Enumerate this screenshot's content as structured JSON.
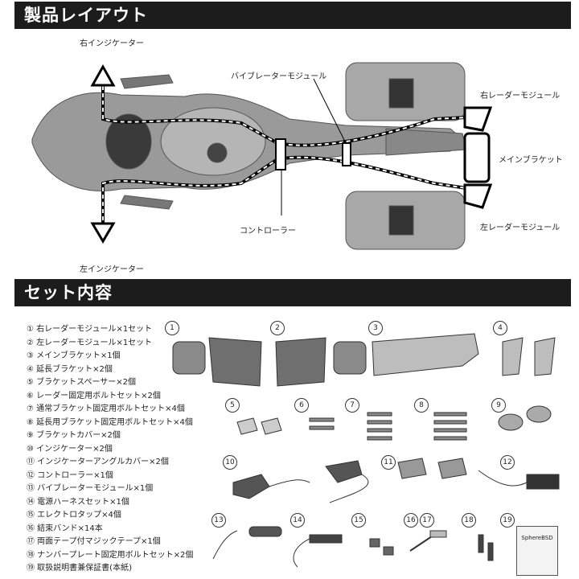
{
  "sections": {
    "layout_title": "製品レイアウト",
    "kit_title": "セット内容"
  },
  "callouts": {
    "right_indicator": "右インジケーター",
    "left_indicator": "左インジケーター",
    "vibrator": "バイブレーターモジュール",
    "controller": "コントローラー",
    "right_radar": "右レーダーモジュール",
    "main_bracket": "メインブラケット",
    "left_radar": "左レーダーモジュール"
  },
  "kit_items": [
    "① 右レーダーモジュール×1セット",
    "② 左レーダーモジュール×1セット",
    "③ メインブラケット×1個",
    "④ 延長ブラケット×2個",
    "⑤ ブラケットスペーサー×2個",
    "⑥ レーダー固定用ボルトセット×2個",
    "⑦ 通常ブラケット固定用ボルトセット×4個",
    "⑧ 延長用ブラケット固定用ボルトセット×4個",
    "⑨ ブラケットカバー×2個",
    "⑩ インジケーター×2個",
    "⑪ インジケーターアングルカバー×2個",
    "⑫ コントローラー×1個",
    "⑬ バイブレーターモジュール×1個",
    "⑭ 電源ハーネスセット×1個",
    "⑮ エレクトロタップ×4個",
    "⑯ 結束バンド×14本",
    "⑰ 両面テープ付マジックテープ×1個",
    "⑱ ナンバープレート固定用ボルトセット×2個",
    "⑲ 取扱説明書兼保証書(本紙)"
  ],
  "part_numbers": [
    "1",
    "2",
    "3",
    "4",
    "5",
    "6",
    "7",
    "8",
    "9",
    "10",
    "11",
    "12",
    "13",
    "14",
    "15",
    "16",
    "17",
    "18",
    "19"
  ],
  "manual_label": "SphereBSD"
}
